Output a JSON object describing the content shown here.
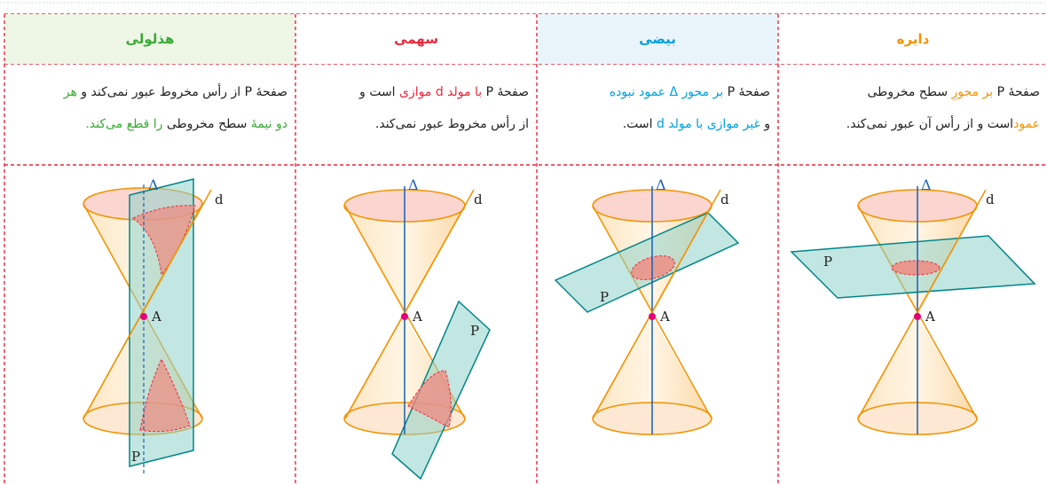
{
  "colors": {
    "orange": "#f39200",
    "cyan": "#00a0dc",
    "red": "#e8283c",
    "green": "#3aaa35",
    "border": "#e8283c"
  },
  "columns": [
    {
      "id": "circle",
      "title": "دایره",
      "title_color": "#f39200",
      "header_bg": "#ffffff",
      "line1": [
        {
          "t": "صفحهٔ  P "
        },
        {
          "t": "بر محورِ",
          "c": "orange"
        },
        {
          "t": " سطح  مخروطی"
        }
      ],
      "line2": [
        {
          "t": "عمود",
          "c": "orange"
        },
        {
          "t": "است و از رأس آن عبور نمی‌کند."
        }
      ],
      "labels": {
        "delta": "Δ",
        "d": "d",
        "p": "P",
        "a": "A"
      }
    },
    {
      "id": "ellipse",
      "title": "بیضی",
      "title_color": "#00a0dc",
      "header_bg": "#eaf5fb",
      "line1": [
        {
          "t": "صفحهٔ P "
        },
        {
          "t": "بر محور Δ عمود نبوده",
          "c": "cyan"
        }
      ],
      "line2": [
        {
          "t": "و "
        },
        {
          "t": "غیر موازی با مولد d",
          "c": "cyan"
        },
        {
          "t": " است."
        }
      ],
      "labels": {
        "delta": "Δ",
        "d": "d",
        "p": "P",
        "a": "A"
      }
    },
    {
      "id": "parabola",
      "title": "سهمی",
      "title_color": "#e8283c",
      "header_bg": "#ffffff",
      "line1": [
        {
          "t": "صفحهٔ P "
        },
        {
          "t": "با مولد d موازی",
          "c": "red"
        },
        {
          "t": " است و"
        }
      ],
      "line2": [
        {
          "t": "از رأس مخروط عبور نمی‌کند."
        }
      ],
      "labels": {
        "delta": "Δ",
        "d": "d",
        "p": "P",
        "a": "A"
      }
    },
    {
      "id": "hyperbola",
      "title": "هذلولی",
      "title_color": "#3aaa35",
      "header_bg": "#eef6e6",
      "line1": [
        {
          "t": "صفحهٔ P از رأس مخروط عبور نمی‌کند و "
        },
        {
          "t": "هر",
          "c": "green"
        }
      ],
      "line2": [
        {
          "t": "دو نیمهٔ",
          "c": "green"
        },
        {
          "t": " سطح مخروطی "
        },
        {
          "t": "را قطع می‌کند.",
          "c": "green"
        }
      ],
      "labels": {
        "delta": "Δ",
        "d": "d",
        "p": "P",
        "a": "A"
      }
    }
  ]
}
